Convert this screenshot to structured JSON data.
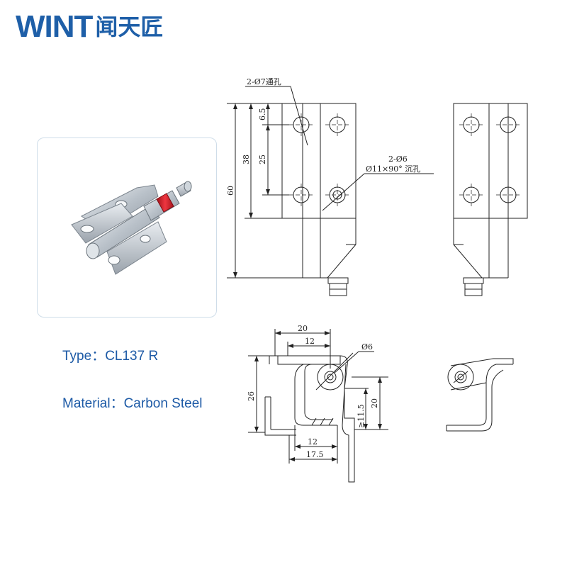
{
  "brand": {
    "latin": "WINT",
    "cjk": "闻天匠",
    "color": "#1e5fa8"
  },
  "product_photo": {
    "icon": "hinge-photo",
    "accent_color": "#d9202a"
  },
  "specs": {
    "type_label": "Type：",
    "type_value": "CL137 R",
    "material_label": "Material：",
    "material_value": "Carbon Steel"
  },
  "drawing": {
    "front_view": {
      "through_hole": "2-Ø7通孔",
      "countersink_count": "2-Ø6",
      "countersink_spec": "Ø11×90° 沉孔",
      "dim_6_5": "6.5",
      "dim_38": "38",
      "dim_25": "25",
      "dim_60": "60"
    },
    "bottom_view": {
      "dim_20_top": "20",
      "dim_12_top": "12",
      "dim_phi6": "Ø6",
      "dim_26": "26",
      "dim_11_5": "≥11.5",
      "dim_20_right": "20",
      "dim_12_bottom": "12",
      "dim_17_5": "17.5"
    }
  }
}
